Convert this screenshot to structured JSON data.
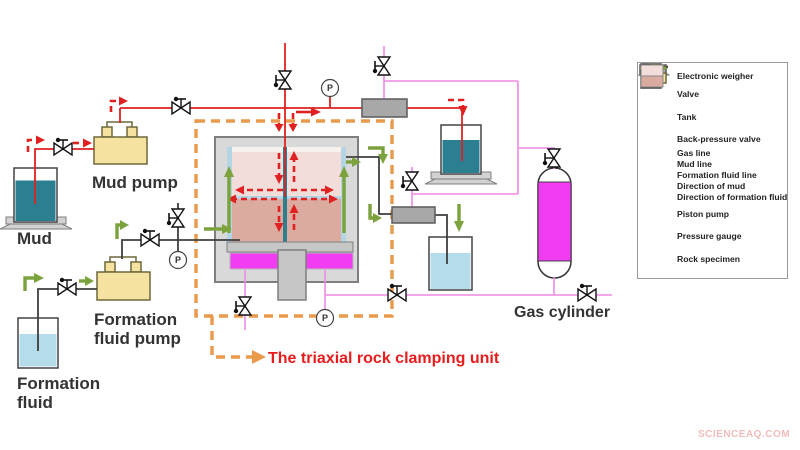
{
  "labels": {
    "mud_tank": "Mud",
    "mud_pump": "Mud pump",
    "formation_tank_l1": "Formation",
    "formation_tank_l2": "fluid",
    "formation_pump_l1": "Formation",
    "formation_pump_l2": "fluid pump",
    "gas_cylinder": "Gas cylinder",
    "callout": "The triaxial rock clamping unit",
    "gauge": "P",
    "watermark": "SCIENCEAQ.COM"
  },
  "legend": {
    "items": [
      {
        "icon": "electronic-weigher",
        "label": "Electronic weigher"
      },
      {
        "icon": "valve",
        "label": "Valve"
      },
      {
        "icon": "tank",
        "label": "Tank"
      },
      {
        "icon": "back-pressure-valve",
        "label": "Back-pressure valve"
      },
      {
        "icon": "gas-line",
        "label": "Gas line"
      },
      {
        "icon": "mud-line",
        "label": "Mud line"
      },
      {
        "icon": "formation-fluid-line",
        "label": "Formation fluid line"
      },
      {
        "icon": "direction-of-mud",
        "label": "Direction of mud"
      },
      {
        "icon": "direction-of-formation-fluid",
        "label": "Direction of formation fluid"
      },
      {
        "icon": "piston-pump",
        "label": "Piston pump"
      },
      {
        "icon": "pressure-gauge",
        "label": "Pressure gauge"
      },
      {
        "icon": "rock-specimen",
        "label": "Rock specimen"
      }
    ]
  },
  "colors": {
    "mud": "#df2121",
    "gas": "#ef8ae4",
    "formation": "#3f3f3f",
    "green": "#7ba23c",
    "orange": "#e99a4a",
    "teal": "#2b7f91",
    "tank_blue": "#b5dcea",
    "pump_yellow": "#f6e3a1",
    "pump_border": "#6e683a",
    "gray_fill": "#d9d9d9",
    "gray_border": "#7f7f7f",
    "bpv_fill": "#a8a8a8",
    "bpv_border": "#5a5a5a",
    "magenta": "#f23cf2",
    "rock_top": "#f3ddda",
    "rock_bottom": "#dcab9f",
    "strip_blue": "#b4d6e4",
    "plate": "#c6c6c6",
    "callout_red": "#e81c1c",
    "watermark": "#f2bcbc",
    "text": "#333333"
  }
}
